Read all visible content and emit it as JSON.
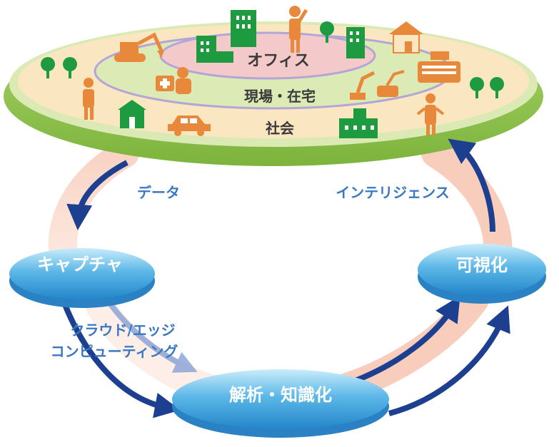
{
  "platform": {
    "office_label": "オフィス",
    "site_home_label": "現場・在宅",
    "society_label": "社会"
  },
  "nodes": {
    "capture": "キャプチャ",
    "analysis": "解析・知識化",
    "visualize": "可視化"
  },
  "flows": {
    "data": "データ",
    "intelligence": "インテリジェンス",
    "edge_line1": "クラウド/エッジ",
    "edge_line2": "コンピューティング"
  },
  "colors": {
    "node": "#3b9fdc",
    "node_top": "#a6dcf6",
    "arrow": "#1c3f8f",
    "ring": "#f6c9b6",
    "platform_rim": "#8fc24c",
    "platform_inner": "#dbeab5",
    "label": "#3a78c3",
    "icon_orange": "#e8883a",
    "icon_green": "#1e9a40"
  },
  "icons": [
    "building-icon",
    "worker-icon",
    "tree-icon",
    "excavator-icon",
    "house-icon",
    "car-icon",
    "factory-icon",
    "robot-arm-icon",
    "medical-icon",
    "cash-register-icon"
  ]
}
